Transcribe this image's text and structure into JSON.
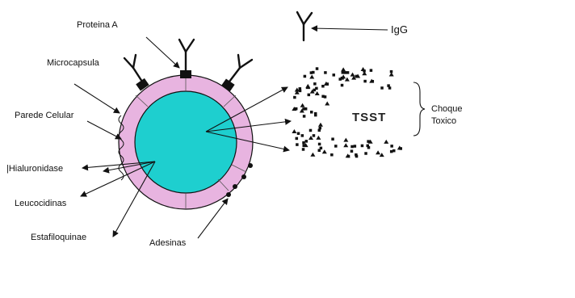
{
  "labels": {
    "proteina_a": "Proteina A",
    "igg": "IgG",
    "microcapsula": "Microcapsula",
    "parede_celular": "Parede Celular",
    "hialuronidase": "|Hialuronidase",
    "leucocidinas": "Leucocidinas",
    "estafiloquinae": "Estafiloquinae",
    "adesinas": "Adesinas",
    "tsst": "TSST",
    "choque_toxico_line1": "Choque",
    "choque_toxico_line2": "Toxico"
  },
  "colors": {
    "cytoplasm": "#1ecfcf",
    "cell_wall": "#e8b4e0",
    "outline": "#111111",
    "antibody": "#111111"
  }
}
